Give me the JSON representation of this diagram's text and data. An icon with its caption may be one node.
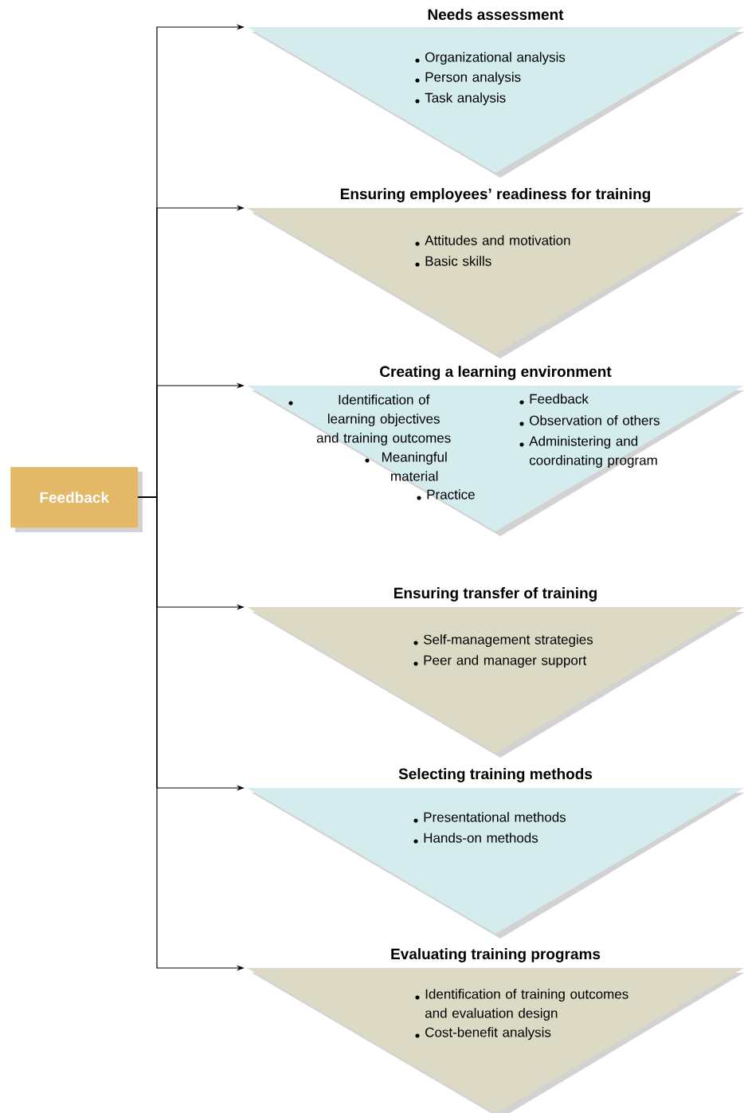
{
  "diagram": {
    "nodes": [
      {
        "text": [
          "Feedback"
        ]
      },
      {
        "text": [
          "Needs assessment",
          "Organizational analysis",
          "Person analysis",
          "Task analysis"
        ]
      },
      {
        "text": [
          "Ensuring employees’ readiness for training",
          "Attitudes and motivation",
          "Basic skills"
        ]
      },
      {
        "text": [
          "Creating a learning environment",
          "Identification of learning objectives and training outcomes",
          "Meaningful material",
          "Practice",
          "Feedback",
          "Observation of others",
          "Administering and coordinating program"
        ]
      },
      {
        "text": [
          "Ensuring transfer of training",
          "Self-management strategies",
          "Peer and manager support"
        ]
      },
      {
        "text": [
          "Selecting training methods",
          "Presentational methods",
          "Hands-on methods"
        ]
      },
      {
        "text": [
          "Evaluating training programs",
          "Identification of training outcomes and evaluation design",
          "Cost-benefit analysis"
        ]
      }
    ],
    "edges": [
      {
        "from": 0,
        "to": 1,
        "arrow": "to"
      },
      {
        "from": 0,
        "to": 2,
        "arrow": "to"
      },
      {
        "from": 0,
        "to": 3,
        "arrow": "to"
      },
      {
        "from": 0,
        "to": 4,
        "arrow": "to"
      },
      {
        "from": 0,
        "to": 5,
        "arrow": "to"
      },
      {
        "from": 0,
        "to": 6,
        "arrow": "to"
      }
    ]
  }
}
